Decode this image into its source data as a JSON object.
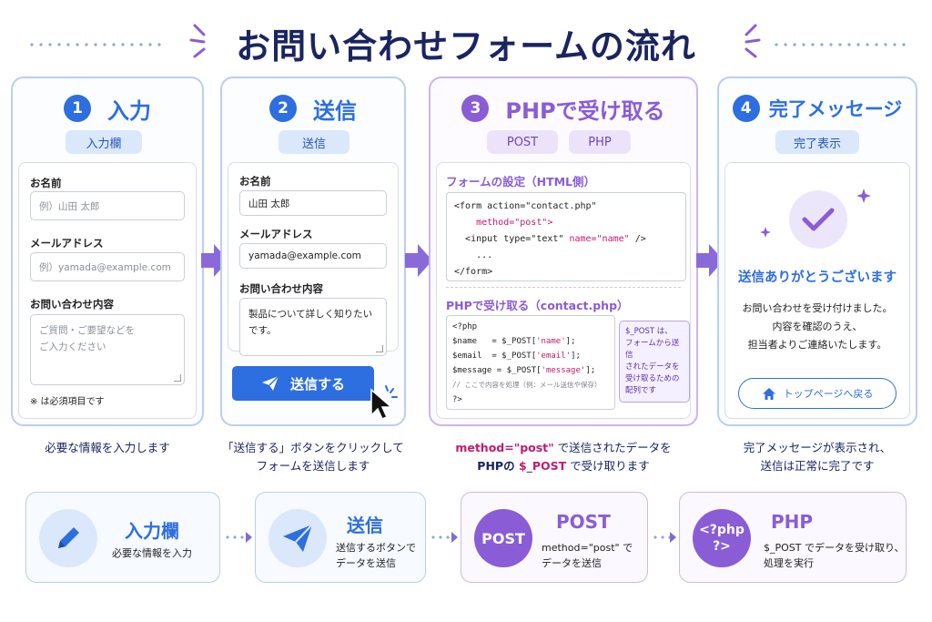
{
  "title": "お問い合わせフォームの流れ",
  "steps": [
    {
      "num": "1",
      "title": "入力",
      "pill": "入力欄",
      "fields": [
        {
          "label": "お名前",
          "placeholder": "例）山田 太郎"
        },
        {
          "label": "メールアドレス",
          "placeholder": "例）yamada@example.com"
        },
        {
          "label": "お問い合わせ内容",
          "placeholder": "ご質問・ご要望などを\nご入力ください"
        }
      ],
      "note": "※ は必須項目です",
      "caption": "必要な情報を入力します"
    },
    {
      "num": "2",
      "title": "送信",
      "pill": "送信",
      "fields": [
        {
          "label": "お名前",
          "value": "山田 太郎"
        },
        {
          "label": "メールアドレス",
          "value": "yamada@example.com"
        },
        {
          "label": "お問い合わせ内容",
          "value": "製品について詳しく知りたいです。"
        }
      ],
      "button": "送信する",
      "caption_line1": "「送信する」ボタンをクリックして",
      "caption_line2": "フォームを送信します"
    },
    {
      "num": "3",
      "title": "PHPで受け取る",
      "pills": [
        "POST",
        "PHP"
      ],
      "html_title": "フォームの設定（HTML側）",
      "html_code": {
        "l1": "<form action=\"contact.php\"",
        "l2": "method=\"post\">",
        "l3a": "<input type=\"text\" ",
        "l3b": "name=\"name\"",
        "l3c": " />",
        "l4": "...",
        "l5": "</form>"
      },
      "php_title": "PHPで受け取る（contact.php）",
      "php_code": {
        "l1": "<?php",
        "l2a": "$name   = $_POST[",
        "l2b": "'name'",
        "l2c": "];",
        "l3a": "$email  = $_POST[",
        "l3b": "'email'",
        "l3c": "];",
        "l4a": "$message = $_POST[",
        "l4b": "'message'",
        "l4c": "];",
        "l5": "// ここで内容を処理（例：メール送信や保存）",
        "l6": "?>"
      },
      "callout": {
        "l1": "$_POST は、",
        "l2": "フォームから送信",
        "l3": "されたデータを",
        "l4": "受け取るための",
        "l5": "配列です"
      },
      "caption_a": "method=\"post\"",
      "caption_b": " で送信されたデータを",
      "caption_c": "PHPの ",
      "caption_d": "$_POST",
      "caption_e": " で受け取ります"
    },
    {
      "num": "4",
      "title": "完了メッセージ",
      "pill": "完了表示",
      "thanks": "送信ありがとうございます",
      "msg1": "お問い合わせを受け付けました。",
      "msg2": "内容を確認のうえ、",
      "msg3": "担当者よりご連絡いたします。",
      "home_button": "トップページへ戻る",
      "caption_line1": "完了メッセージが表示され、",
      "caption_line2": "送信は正常に完了です"
    }
  ],
  "summary": [
    {
      "title": "入力欄",
      "desc": "必要な情報を入力",
      "icon": "pencil-icon"
    },
    {
      "title": "送信",
      "desc": "送信するボタンで\nデータを送信",
      "icon": "paper-plane-icon"
    },
    {
      "title": "POST",
      "badge": "POST",
      "desc": "method=\"post\" で\nデータを送信"
    },
    {
      "title": "PHP",
      "badge": "<?php\n?>",
      "desc": "$_POST でデータを受け取り、\n処理を実行"
    }
  ],
  "colors": {
    "blue": "#2d6ee0",
    "purple": "#8a5cd6",
    "navy": "#1a2560",
    "magenta": "#c21b6c"
  }
}
